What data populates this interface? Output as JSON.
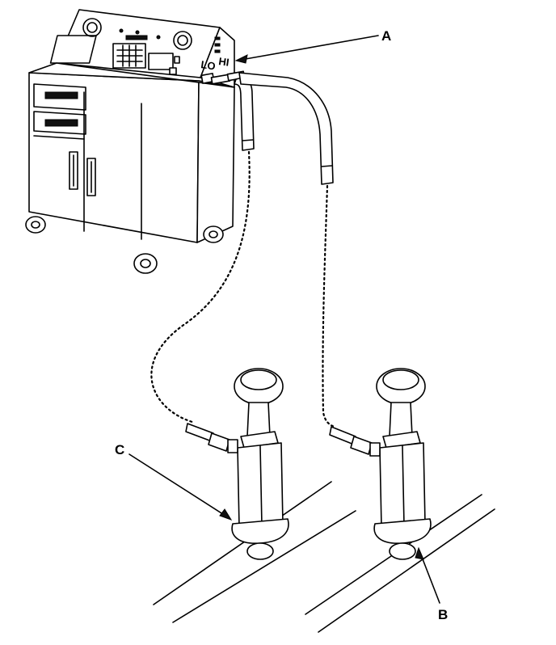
{
  "labels": {
    "a": "A",
    "b": "B",
    "c": "C",
    "lo": "LO",
    "hi": "HI"
  }
}
